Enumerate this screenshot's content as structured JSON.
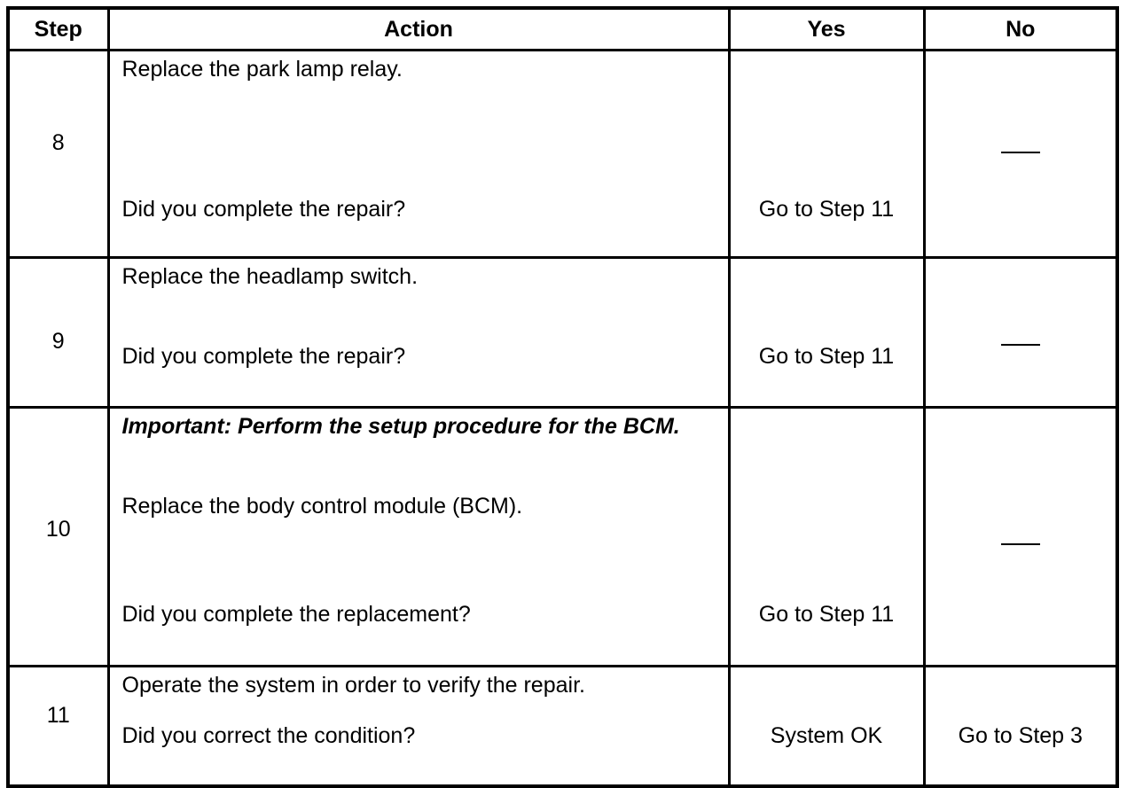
{
  "headers": {
    "step": "Step",
    "action": "Action",
    "yes": "Yes",
    "no": "No"
  },
  "rows": [
    {
      "step": "8",
      "action_lines": [
        "Replace the park lamp relay.",
        "Did you complete the repair?"
      ],
      "yes": "Go to Step 11",
      "no": "—"
    },
    {
      "step": "9",
      "action_lines": [
        "Replace the headlamp switch.",
        "Did you complete the repair?"
      ],
      "yes": "Go to Step 11",
      "no": "—"
    },
    {
      "step": "10",
      "important": "Important: Perform the setup procedure for the BCM.",
      "action_lines": [
        "Replace the body control module (BCM).",
        "Did you complete the replacement?"
      ],
      "yes": "Go to Step 11",
      "no": "—"
    },
    {
      "step": "11",
      "action_lines": [
        "Operate the system in order to verify the repair.",
        "Did you correct the condition?"
      ],
      "yes": "System OK",
      "no": "Go to Step 3"
    }
  ]
}
